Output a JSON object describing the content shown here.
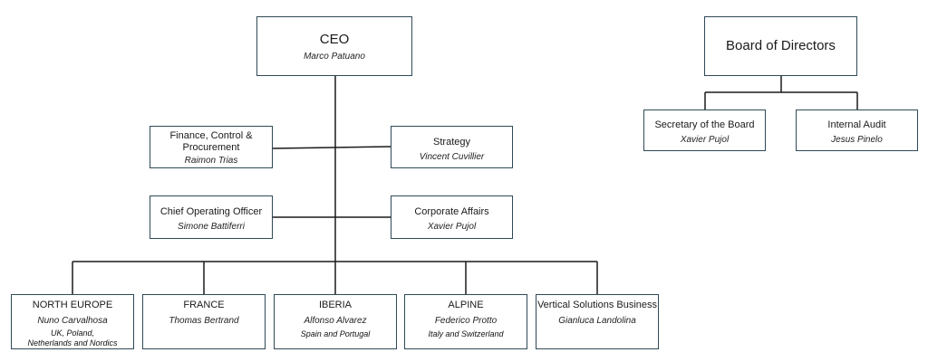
{
  "ceo": {
    "title": "CEO",
    "name": "Marco Patuano"
  },
  "board": {
    "title": "Board of Directors"
  },
  "board_children": [
    {
      "title": "Secretary of the Board",
      "name": "Xavier Pujol"
    },
    {
      "title": "Internal Audit",
      "name": "Jesus Pinelo"
    }
  ],
  "staff_left": [
    {
      "title": "Finance, Control &\nProcurement",
      "name": "Raimon Trias"
    },
    {
      "title": "Chief Operating Officer",
      "name": "Simone Battiferri"
    }
  ],
  "staff_right": [
    {
      "title": "Strategy",
      "name": "Vincent Cuvillier"
    },
    {
      "title": "Corporate Affairs",
      "name": "Xavier Pujol"
    }
  ],
  "regions": [
    {
      "title": "NORTH EUROPE",
      "name": "Nuno Carvalhosa",
      "region": "UK, Poland,\nNetherlands and Nordics"
    },
    {
      "title": "FRANCE",
      "name": "Thomas Bertrand",
      "region": ""
    },
    {
      "title": "IBERIA",
      "name": "Alfonso Alvarez",
      "region": "Spain and Portugal"
    },
    {
      "title": "ALPINE",
      "name": "Federico Protto",
      "region": "Italy and Switzerland"
    },
    {
      "title": "Vertical Solutions Business",
      "name": "Gianluca Landolina",
      "region": ""
    }
  ],
  "colors": {
    "border": "#2f4a57",
    "line": "#1a1a1a"
  }
}
